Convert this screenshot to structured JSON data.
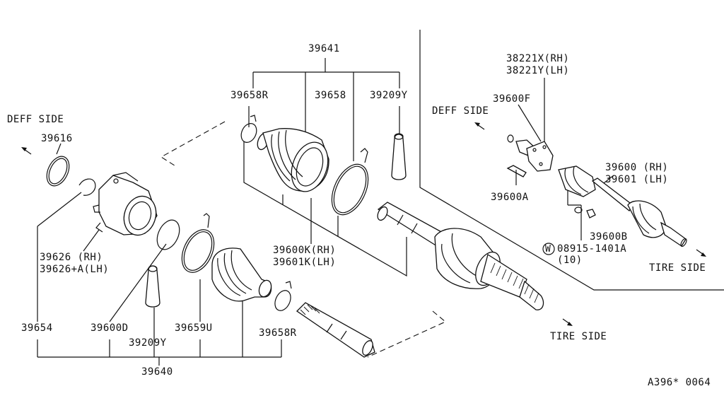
{
  "labels": {
    "l39641": "39641",
    "l39658R_top": "39658R",
    "l39658": "39658",
    "l39209Y_top": "39209Y",
    "deff_side_left": "DEFF SIDE",
    "l39616": "39616",
    "l39626_rh": "39626 (RH)",
    "l39626_lh": "39626+A(LH)",
    "l39654": "39654",
    "l39600D": "39600D",
    "l39209Y_bot": "39209Y",
    "l39659U": "39659U",
    "l39658R_bot": "39658R",
    "l39640": "39640",
    "l39600K_rh": "39600K(RH)",
    "l39601K_lh": "39601K(LH)",
    "tire_side_bottom": "TIRE SIDE",
    "l38221X": "38221X(RH)",
    "l38221Y": "38221Y(LH)",
    "l39600F": "39600F",
    "deff_side_right": "DEFF SIDE",
    "l39600A": "39600A",
    "l39600_rh": "39600 (RH)",
    "l39601_lh": "39601 (LH)",
    "l39600B": "39600B",
    "washer_w": "W",
    "l08915": "08915-1401A",
    "qty_10": "(10)",
    "tire_side_right": "TIRE SIDE",
    "ref_code": "A396* 0064"
  }
}
